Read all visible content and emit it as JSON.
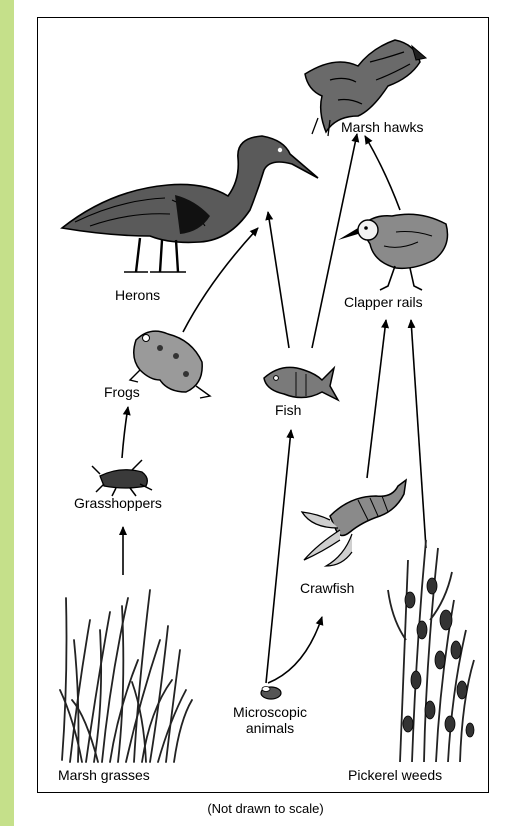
{
  "organisms": {
    "marsh_hawks": "Marsh hawks",
    "herons": "Herons",
    "clapper_rails": "Clapper rails",
    "frogs": "Frogs",
    "fish": "Fish",
    "grasshoppers": "Grasshoppers",
    "crawfish": "Crawfish",
    "microscopic_animals_line1": "Microscopic",
    "microscopic_animals_line2": "animals",
    "marsh_grasses": "Marsh grasses",
    "pickerel_weeds": "Pickerel weeds"
  },
  "caption": "(Not drawn to scale)",
  "colors": {
    "background_green": "#c5e08a",
    "ink": "#000000"
  }
}
